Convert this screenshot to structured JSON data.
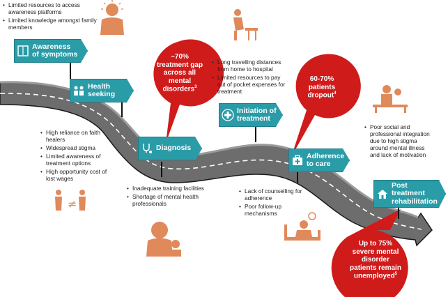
{
  "stages": [
    {
      "id": "awareness",
      "label": "Awareness\nof symptoms",
      "icon": "book-icon"
    },
    {
      "id": "health",
      "label": "Health\nseeking",
      "icon": "people-icon"
    },
    {
      "id": "diagnosis",
      "label": "Diagnosis",
      "icon": "stethoscope-icon"
    },
    {
      "id": "initiation",
      "label": "Initiation of\ntreatment",
      "icon": "medical-cross-icon"
    },
    {
      "id": "adherence",
      "label": "Adherence\nto care",
      "icon": "first-aid-kit-icon"
    },
    {
      "id": "rehab",
      "label": "Post\ntreatment\nrehabilitation",
      "icon": "house-icon"
    }
  ],
  "barriers": {
    "awareness": [
      "Limited resources to access awareness platforms",
      "Limited knowledge amongst family members"
    ],
    "health": [
      "High reliance on faith healers",
      "Widespread stigma",
      "Limited awareness of treatment options",
      "High opportunity cost of lost wages"
    ],
    "diagnosis": [
      "Inadequate training facilities",
      "Shortage of mental health professionals"
    ],
    "initiation": [
      "Long travelling distances from home to hospital",
      "Limited resources to pay out of pocket expenses for treatment"
    ],
    "adherence": [
      "Lack of counselling for adherence",
      "Poor follow-up mechanisms"
    ],
    "rehab": [
      "Poor social and professional integration due to high stigma around mental illness and lack of motivation"
    ]
  },
  "callouts": [
    {
      "id": "gap",
      "text": "~70%\ntreatment gap\nacross all\nmental\ndisorders",
      "ref": "3"
    },
    {
      "id": "dropout",
      "text": "60-70%\npatients\ndropout",
      "ref": "4"
    },
    {
      "id": "unemployed",
      "text": "Up to 75%\nsevere mental\ndisorder\npatients remain\nunemployed",
      "ref": "5"
    }
  ],
  "colors": {
    "teal": "#2a9ca8",
    "red": "#d01b1b",
    "orange_icon": "#e0895a",
    "road": "#6d6d6d"
  }
}
